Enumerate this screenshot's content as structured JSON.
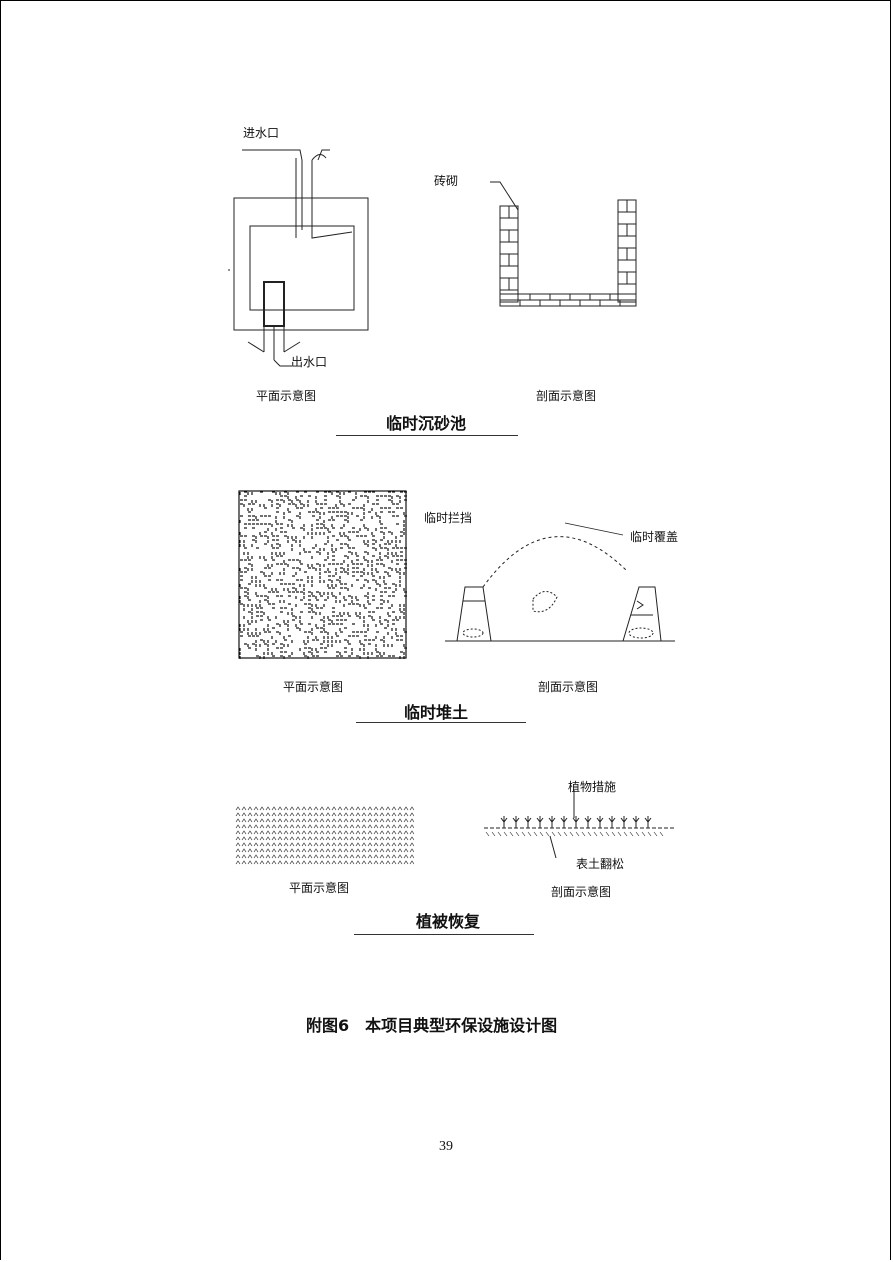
{
  "section1": {
    "inlet_label": "进水口",
    "outlet_label": "出水口",
    "brick_label": "砖砌",
    "plan_label": "平面示意图",
    "section_label": "剖面示意图",
    "caption": "临时沉砂池"
  },
  "section2": {
    "retaining_label": "临时拦挡",
    "cover_label": "临时覆盖",
    "plan_label": "平面示意图",
    "section_label": "剖面示意图",
    "caption": "临时堆土"
  },
  "section3": {
    "plant_label": "植物措施",
    "soil_label": "表土翻松",
    "plan_label": "平面示意图",
    "section_label": "剖面示意图",
    "caption": "植被恢复"
  },
  "figure_title": "附图6　本项目典型环保设施设计图",
  "page_number": "39"
}
